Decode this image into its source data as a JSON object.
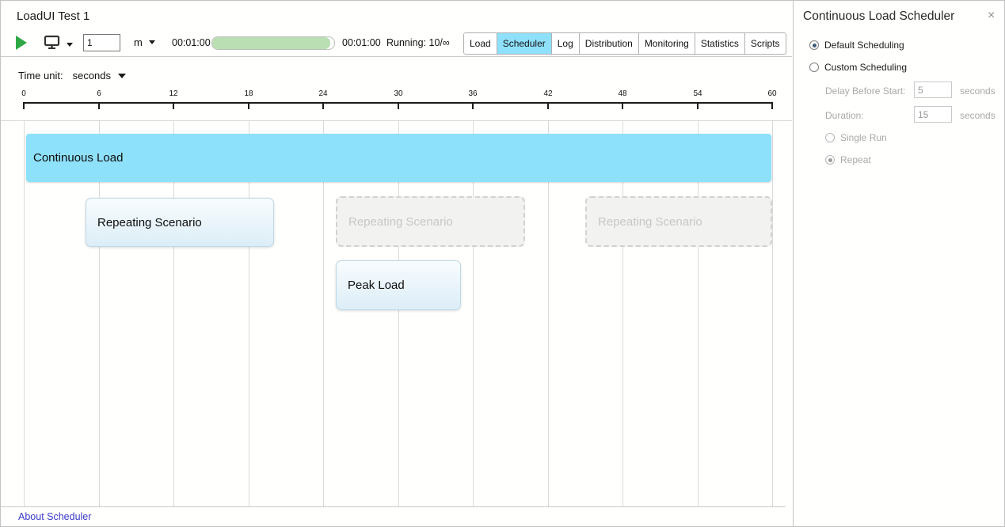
{
  "header": {
    "title": "LoadUI Test 1"
  },
  "toolbar": {
    "play_icon": "play-triangle",
    "agents_icon": "monitor",
    "limit_value": "1",
    "limit_unit": "m",
    "elapsed_time": "00:01:00",
    "total_time": "00:01:00",
    "running_label": "Running: 10/∞",
    "progress_percent": 100
  },
  "tabs": [
    {
      "label": "Load",
      "active": false
    },
    {
      "label": "Scheduler",
      "active": true
    },
    {
      "label": "Log",
      "active": false
    },
    {
      "label": "Distribution",
      "active": false
    },
    {
      "label": "Monitoring",
      "active": false
    },
    {
      "label": "Statistics",
      "active": false
    },
    {
      "label": "Scripts",
      "active": false
    }
  ],
  "timeline": {
    "time_unit_label": "Time unit:",
    "time_unit_value": "seconds",
    "ticks": [
      "0",
      "6",
      "12",
      "18",
      "24",
      "30",
      "36",
      "42",
      "48",
      "54",
      "60"
    ]
  },
  "scheduler_canvas": {
    "blocks": [
      {
        "label": "Continuous Load",
        "disabled": false
      },
      {
        "label": "Repeating Scenario",
        "disabled": false
      },
      {
        "label": "Repeating Scenario",
        "disabled": true
      },
      {
        "label": "Peak Load",
        "disabled": false
      },
      {
        "label": "Repeating Scenario",
        "disabled": true
      }
    ],
    "about_link": "About Scheduler"
  },
  "side_panel": {
    "title": "Continuous Load Scheduler",
    "close_glyph": "×",
    "default_scheduling": {
      "label": "Default Scheduling",
      "selected": true,
      "enabled": true
    },
    "custom_scheduling": {
      "label": "Custom Scheduling",
      "selected": false,
      "enabled": true
    },
    "delay": {
      "label": "Delay Before Start:",
      "value": "5",
      "unit": "seconds",
      "enabled": false
    },
    "duration": {
      "label": "Duration:",
      "value": "15",
      "unit": "seconds",
      "enabled": false
    },
    "single_run": {
      "label": "Single Run",
      "selected": false,
      "disabled": true
    },
    "repeat": {
      "label": "Repeat",
      "selected": true,
      "disabled": true
    }
  },
  "colors": {
    "accent_blue": "#8ee1fa",
    "selected_tab_blue": "#8fe1fb",
    "progress_green": "#b9dfb2",
    "link_blue": "#3a3acb",
    "disabled_gray": "#c7c7c7"
  }
}
